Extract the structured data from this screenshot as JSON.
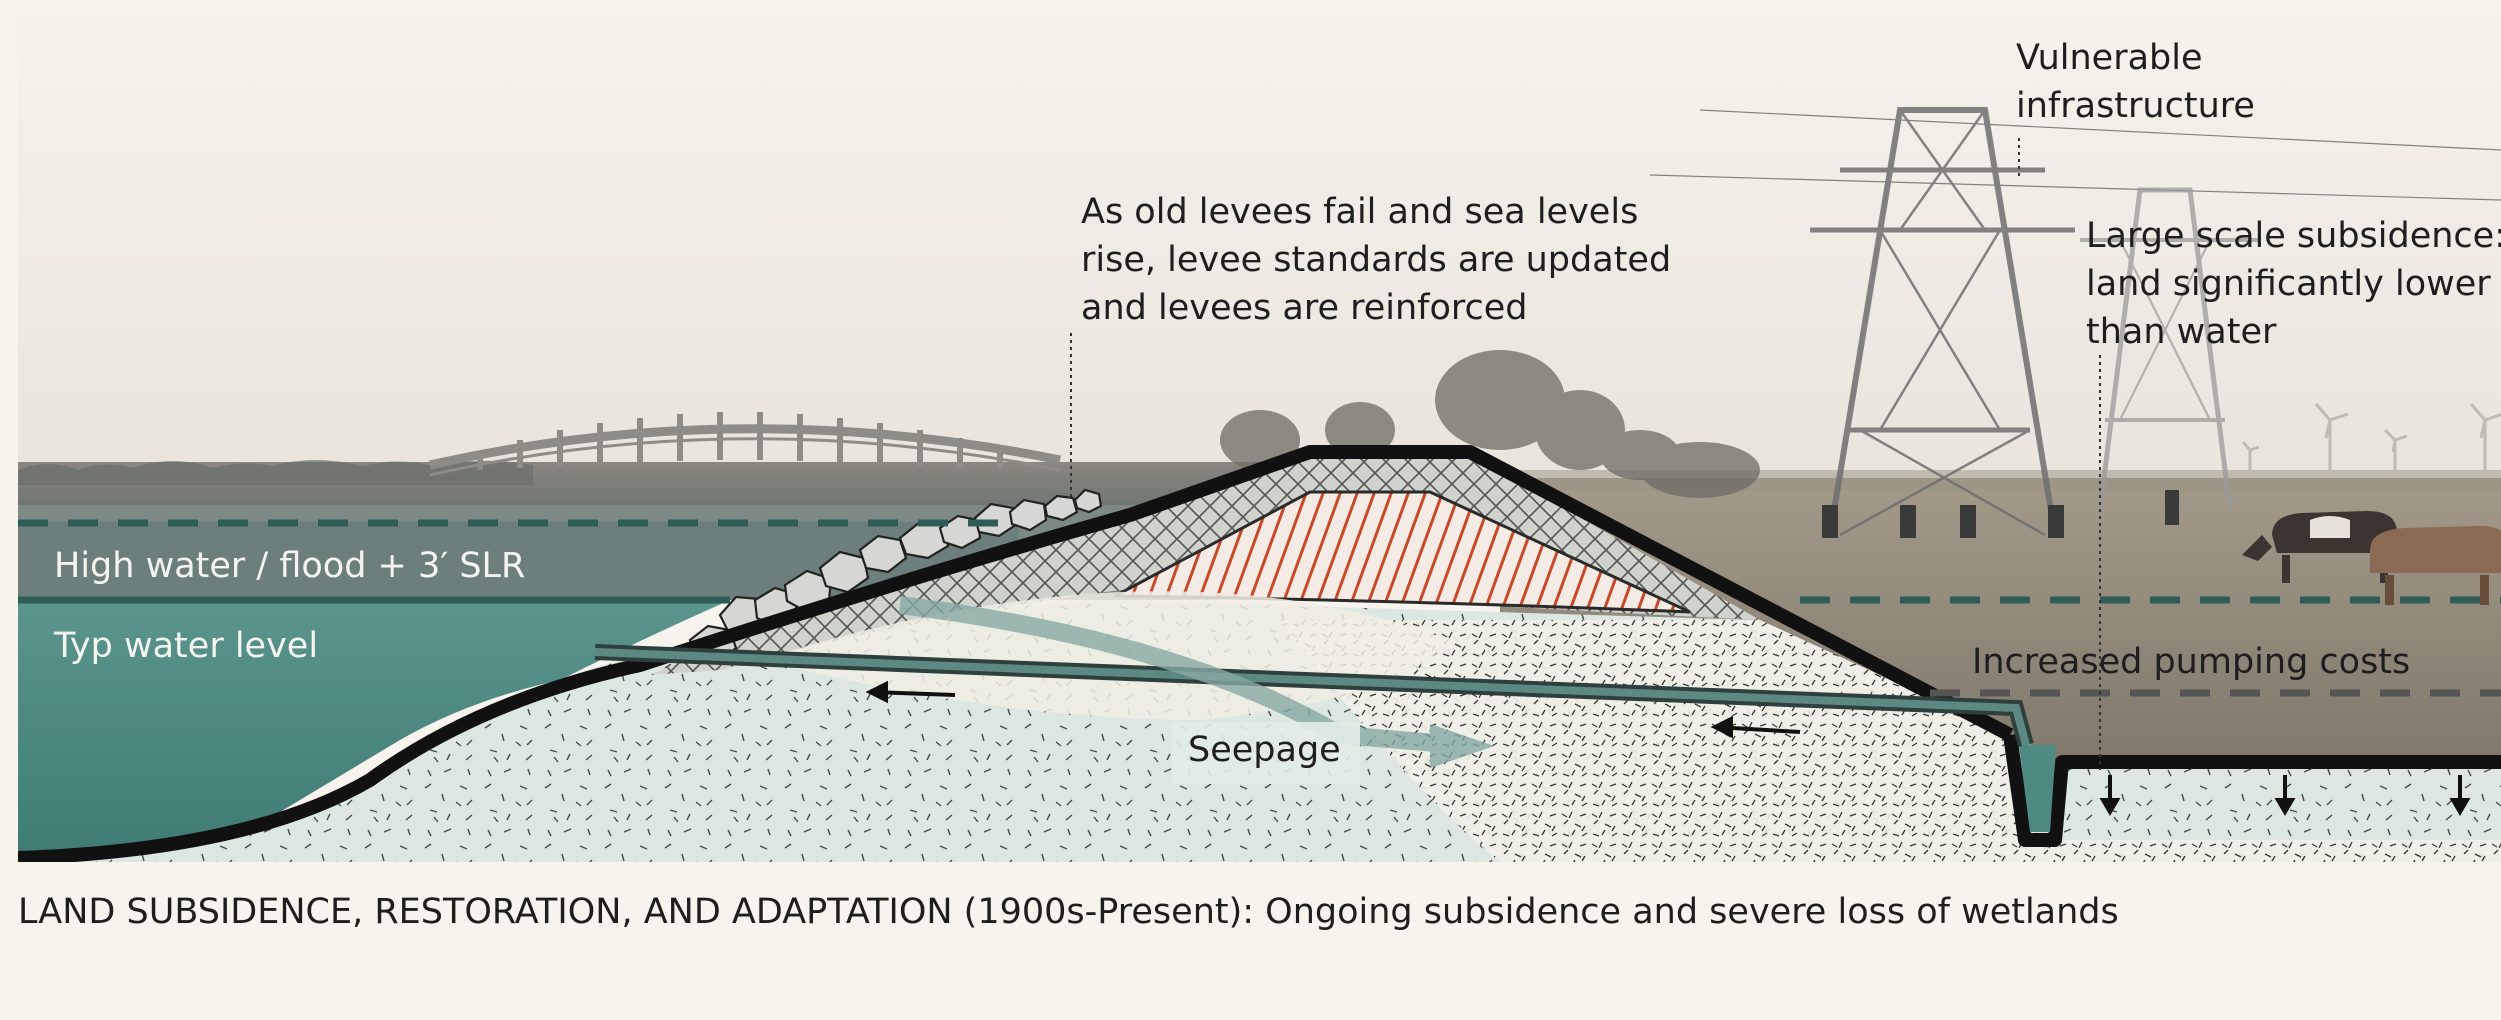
{
  "annotations": {
    "vulnerable_infrastructure": [
      "Vulnerable",
      "infrastructure"
    ],
    "levee_note": [
      "As old levees fail and sea levels",
      "rise, levee standards are updated",
      "and levees are reinforced"
    ],
    "subsidence_note": [
      "Large scale subsidence:",
      "land significantly lower",
      "than water"
    ],
    "high_water": "High water / flood + 3′ SLR",
    "typ_water": "Typ water level",
    "pumping": "Increased pumping costs",
    "seepage": "Seepage"
  },
  "caption": "LAND SUBSIDENCE, RESTORATION, AND ADAPTATION (1900s-Present): Ongoing subsidence and severe loss of wetlands",
  "colors": {
    "background": "#f7f4ed",
    "water": "#4e8a82",
    "dashed_line": "#2e5c56",
    "levee_outline": "#111111",
    "reinforcement_hatch": "#c8492a",
    "soil": "#dfe7e1"
  }
}
